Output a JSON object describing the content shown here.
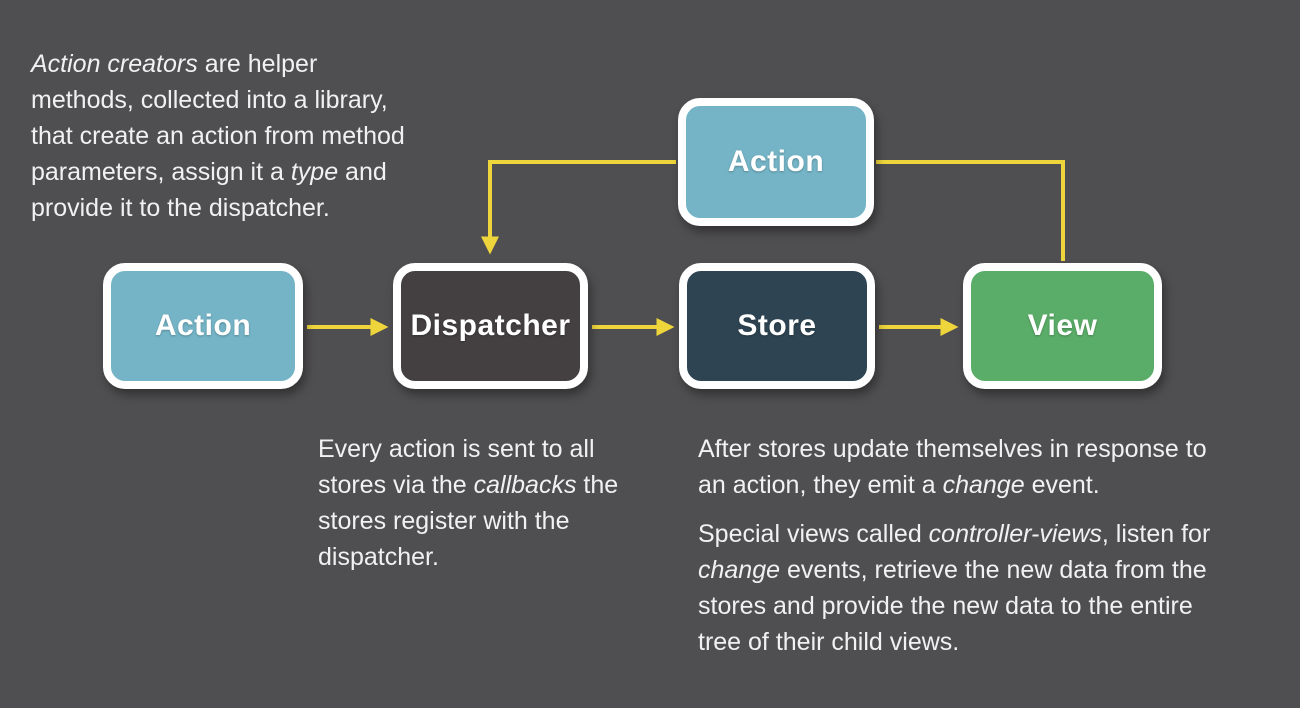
{
  "colors": {
    "background": "#4f4e50",
    "action_fill": "#74b4c6",
    "dispatcher_fill": "#444041",
    "store_fill": "#2e4452",
    "view_fill": "#5aad68",
    "box_border": "#ffffff",
    "arrow": "#eed53c",
    "text": "#f2f1f2"
  },
  "nodes": {
    "action_top": {
      "label": "Action"
    },
    "action_left": {
      "label": "Action"
    },
    "dispatcher": {
      "label": "Dispatcher"
    },
    "store": {
      "label": "Store"
    },
    "view": {
      "label": "View"
    }
  },
  "notes": {
    "action_creators": [
      {
        "t": "Action creators",
        "i": true
      },
      {
        "t": " are helper"
      },
      {
        "br": true
      },
      {
        "t": "methods, collected into a library,"
      },
      {
        "br": true
      },
      {
        "t": "that create an action from method"
      },
      {
        "br": true
      },
      {
        "t": "parameters, assign it a "
      },
      {
        "t": "type",
        "i": true
      },
      {
        "t": " and"
      },
      {
        "br": true
      },
      {
        "t": "provide it to the dispatcher."
      }
    ],
    "dispatcher_note": [
      {
        "t": "Every action is sent to all"
      },
      {
        "br": true
      },
      {
        "t": "stores via the "
      },
      {
        "t": "callbacks",
        "i": true
      },
      {
        "t": " the"
      },
      {
        "br": true
      },
      {
        "t": "stores register with the"
      },
      {
        "br": true
      },
      {
        "t": "dispatcher."
      }
    ],
    "store_note_1": [
      {
        "t": "After stores update themselves in response to"
      },
      {
        "br": true
      },
      {
        "t": "an action, they emit a "
      },
      {
        "t": "change",
        "i": true
      },
      {
        "t": " event."
      }
    ],
    "store_note_2": [
      {
        "t": "Special views called "
      },
      {
        "t": "controller-views",
        "i": true
      },
      {
        "t": ", listen for"
      },
      {
        "br": true
      },
      {
        "t": "change",
        "i": true
      },
      {
        "t": " events, retrieve the new data from the"
      },
      {
        "br": true
      },
      {
        "t": "stores and provide the new data to the entire"
      },
      {
        "br": true
      },
      {
        "t": "tree of their child views."
      }
    ]
  }
}
